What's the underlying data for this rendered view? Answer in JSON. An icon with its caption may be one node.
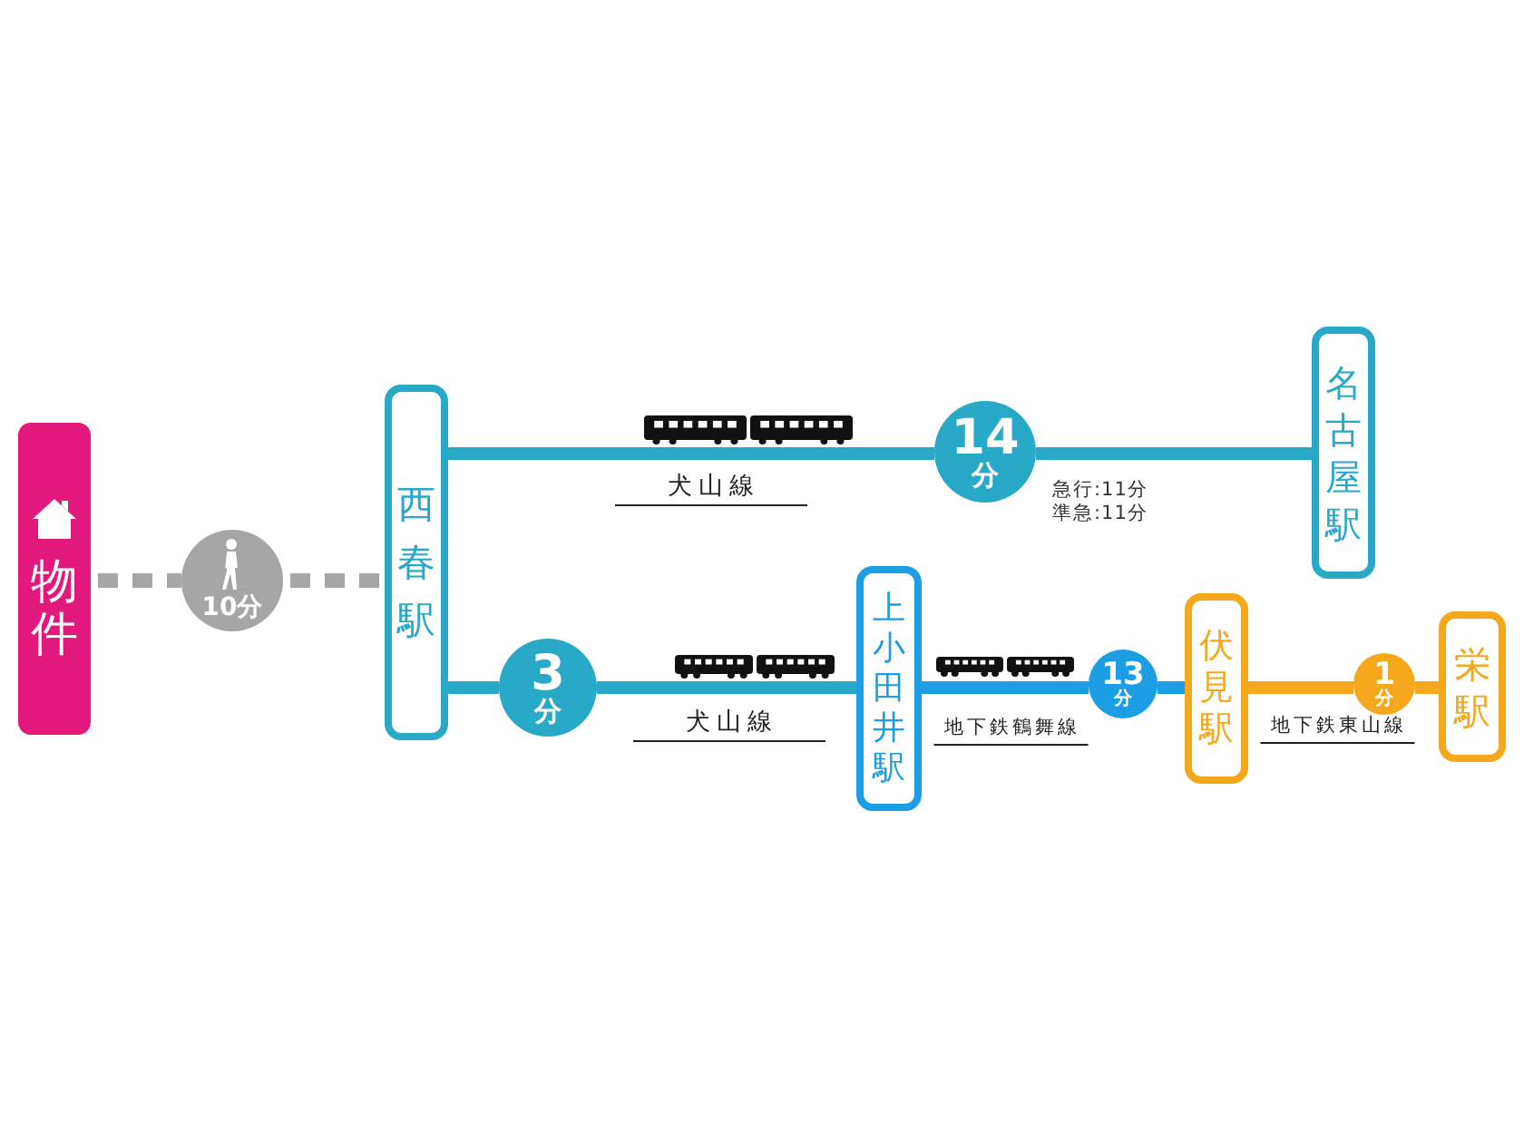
{
  "diagram": {
    "nodes": [
      {
        "text": [
          "物件"
        ]
      },
      {
        "text": [
          "10分"
        ]
      },
      {
        "text": [
          "西春駅"
        ]
      },
      {
        "text": [
          "14分"
        ],
        "beside": [
          "急行:11分",
          "準急:11分"
        ]
      },
      {
        "text": [
          "名古屋駅"
        ]
      },
      {
        "text": [
          "3分"
        ]
      },
      {
        "text": [
          "上小田井駅"
        ]
      },
      {
        "text": [
          "13分"
        ]
      },
      {
        "text": [
          "伏見駅"
        ]
      },
      {
        "text": [
          "1分"
        ]
      },
      {
        "text": [
          "栄駅"
        ]
      }
    ],
    "edges": [
      {
        "from": 0,
        "to": 1,
        "arrow": "none",
        "style": "dashed",
        "color": "#a6a6a6"
      },
      {
        "from": 1,
        "to": 2,
        "arrow": "none",
        "style": "dashed",
        "color": "#a6a6a6"
      },
      {
        "from": 2,
        "to": 3,
        "arrow": "none",
        "label": "犬山線"
      },
      {
        "from": 3,
        "to": 4,
        "arrow": "none"
      },
      {
        "from": 2,
        "to": 5,
        "arrow": "none"
      },
      {
        "from": 5,
        "to": 6,
        "arrow": "none",
        "label": "犬山線"
      },
      {
        "from": 6,
        "to": 7,
        "arrow": "none",
        "label": "地下鉄鶴舞線",
        "color": "#1c9ee4"
      },
      {
        "from": 7,
        "to": 8,
        "arrow": "none",
        "color": "#1c9ee4"
      },
      {
        "from": 8,
        "to": 9,
        "arrow": "none",
        "label": "地下鉄東山線",
        "color": "#f5a81c"
      },
      {
        "from": 9,
        "to": 10,
        "arrow": "none",
        "color": "#f5a81c"
      }
    ]
  }
}
